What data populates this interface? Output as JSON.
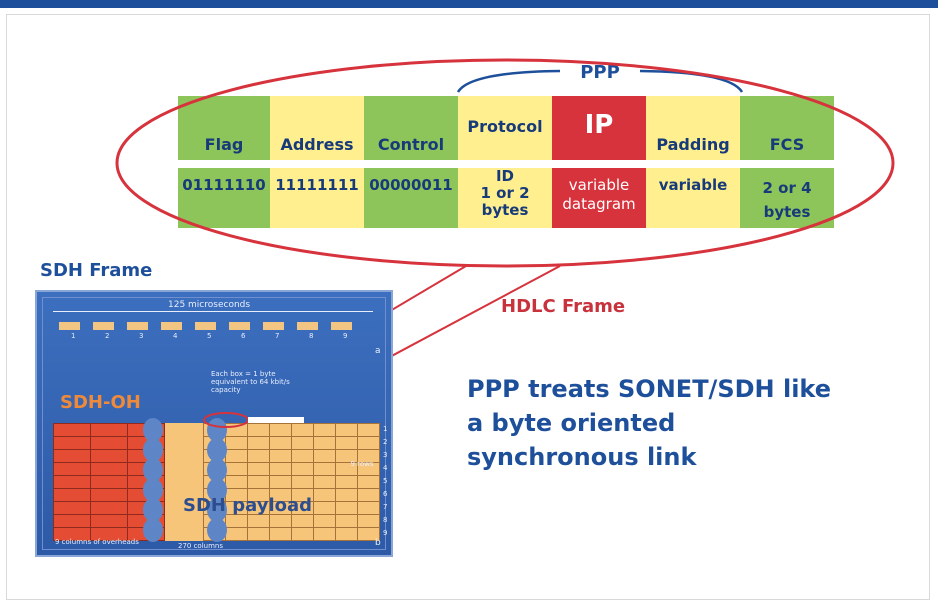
{
  "ppp_label": "PPP",
  "hdlc_fields": [
    {
      "name": "Flag",
      "value_lines": [
        "01111110"
      ],
      "color": "green"
    },
    {
      "name": "Address",
      "value_lines": [
        "11111111"
      ],
      "color": "yellow"
    },
    {
      "name": "Control",
      "value_lines": [
        "00000011"
      ],
      "color": "green"
    },
    {
      "name": "Protocol",
      "value_lines": [
        "ID",
        "1 or 2",
        "bytes"
      ],
      "color": "yellow"
    },
    {
      "name": "IP",
      "value_lines": [
        "variable",
        "datagram"
      ],
      "color": "red"
    },
    {
      "name": "Padding",
      "value_lines": [
        "variable"
      ],
      "color": "yellow"
    },
    {
      "name": "FCS",
      "value_lines": [
        "2 or 4",
        "bytes"
      ],
      "color": "green"
    }
  ],
  "hdlc_frame_label": "HDLC Frame",
  "sdh_frame_label": "SDH Frame",
  "description_lines": [
    "PPP treats SONET/SDH like",
    "a byte oriented",
    "synchronous link"
  ],
  "sdh_image": {
    "time_label": "125 microseconds",
    "top_numbers": [
      "1",
      "2",
      "3",
      "4",
      "5",
      "6",
      "7",
      "8",
      "9"
    ],
    "marker_a": "a",
    "marker_b": "b",
    "note": "Each box = 1 byte equivalent to 64 kbit/s capacity",
    "row_numbers": [
      "1",
      "2",
      "3",
      "4",
      "5",
      "6",
      "7",
      "8",
      "9"
    ],
    "rows_label": "9 rows",
    "overhead_columns_label": "9 columns of overheads",
    "total_columns_label": "270 columns",
    "oh_label": "SDH-OH",
    "payload_label": "SDH payload"
  },
  "colors": {
    "blue": "#1e4f9a",
    "red": "#d6333d",
    "green": "#8dc55a",
    "yellow": "#ffef8f",
    "sdh_oh": "#ef8a3a"
  }
}
